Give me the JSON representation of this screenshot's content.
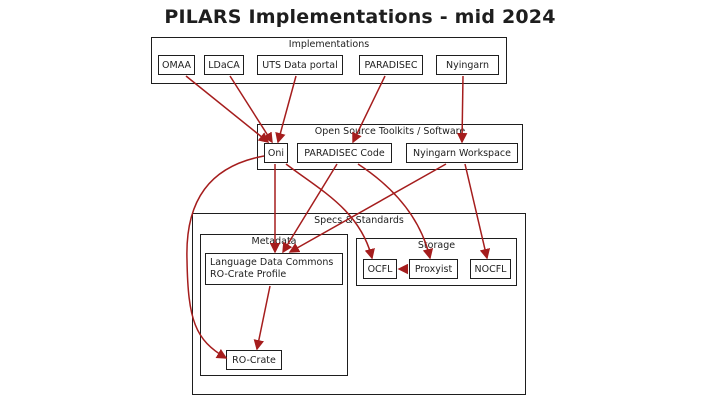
{
  "title": "PILARS Implementations - mid 2024",
  "colors": {
    "stroke": "#1e1e1e",
    "arrow": "#a51d1d",
    "background": "#ffffff"
  },
  "groups": {
    "implementations": {
      "label": "Implementations",
      "nodes": [
        "OMAA",
        "LDaCA",
        "UTS Data portal",
        "PARADISEC",
        "Nyingarn"
      ]
    },
    "toolkits": {
      "label": "Open Source Toolkits / Software",
      "nodes": [
        "Oni",
        "PARADISEC Code",
        "Nyingarn Workspace"
      ]
    },
    "specs": {
      "label": "Specs & Standards",
      "metadata": {
        "label": "Metadata",
        "profile_line1": "Language Data Commons",
        "profile_line2": "RO-Crate Profile",
        "rocrate": "RO-Crate"
      },
      "storage": {
        "label": "Storage",
        "nodes": [
          "OCFL",
          "Proxyist",
          "NOCFL"
        ]
      }
    }
  },
  "edges": [
    {
      "from": "OMAA",
      "to": "Oni"
    },
    {
      "from": "LDaCA",
      "to": "Oni"
    },
    {
      "from": "UTS Data portal",
      "to": "Oni"
    },
    {
      "from": "PARADISEC",
      "to": "PARADISEC Code"
    },
    {
      "from": "Nyingarn",
      "to": "Nyingarn Workspace"
    },
    {
      "from": "Oni",
      "to": "Language Data Commons RO-Crate Profile"
    },
    {
      "from": "Oni",
      "to": "RO-Crate"
    },
    {
      "from": "Oni",
      "to": "OCFL"
    },
    {
      "from": "PARADISEC Code",
      "to": "Language Data Commons RO-Crate Profile"
    },
    {
      "from": "PARADISEC Code",
      "to": "Proxyist"
    },
    {
      "from": "Nyingarn Workspace",
      "to": "Language Data Commons RO-Crate Profile"
    },
    {
      "from": "Nyingarn Workspace",
      "to": "NOCFL"
    },
    {
      "from": "Language Data Commons RO-Crate Profile",
      "to": "RO-Crate"
    },
    {
      "from": "Proxyist",
      "to": "OCFL",
      "style": "dashed"
    }
  ]
}
